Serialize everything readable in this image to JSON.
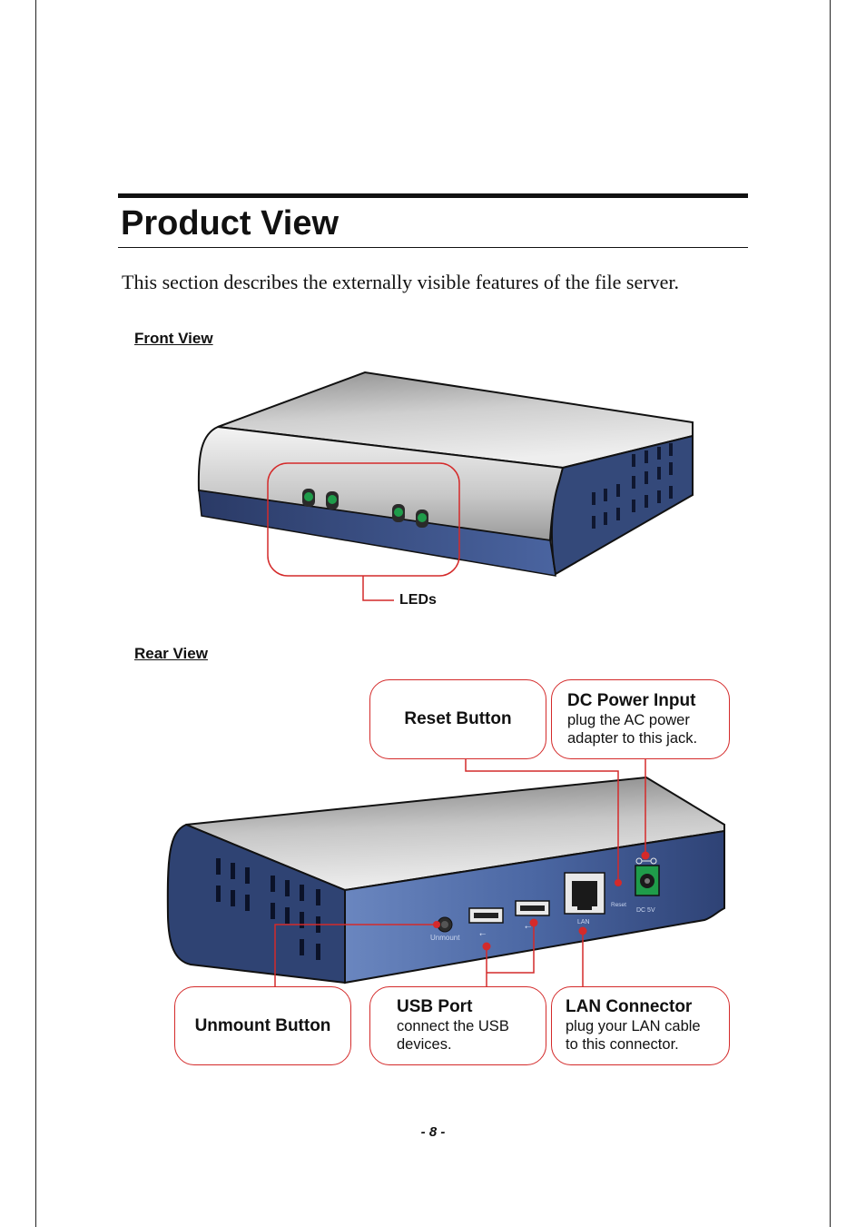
{
  "page": {
    "title": "Product View",
    "intro": "This section describes the externally visible features of the file server.",
    "page_number": "- 8 -"
  },
  "front_view": {
    "heading": "Front View",
    "leds_label": "LEDs"
  },
  "rear_view": {
    "heading": "Rear View",
    "device_labels": {
      "unmount": "Unmount",
      "lan": "LAN",
      "reset": "Reset",
      "dc": "DC 5V",
      "usb_symbol": "⭠"
    },
    "callouts": {
      "reset": {
        "title": "Reset Button"
      },
      "dc_power": {
        "title": "DC Power Input",
        "desc_line1": "plug the AC power",
        "desc_line2": "adapter to this jack."
      },
      "unmount": {
        "title": "Unmount Button"
      },
      "usb": {
        "title": "USB Port",
        "desc_line1": "connect the USB",
        "desc_line2": "devices."
      },
      "lan": {
        "title": "LAN Connector",
        "desc_line1": "plug your LAN cable",
        "desc_line2": "to this connector."
      }
    }
  },
  "colors": {
    "callout_red": "#d42a2a",
    "device_blue": "#34497a",
    "led_green": "#1f9c4a"
  }
}
